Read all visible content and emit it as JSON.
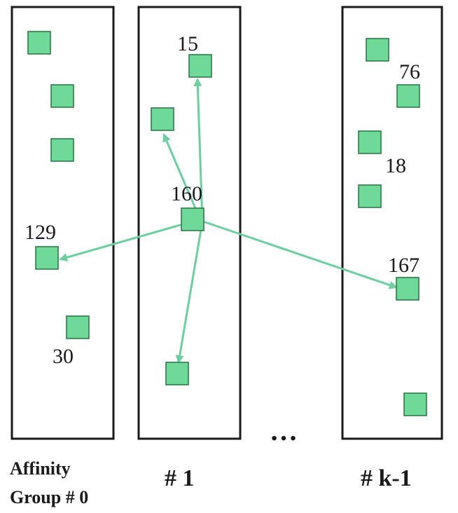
{
  "colors": {
    "node_fill": "#6fd99a",
    "node_stroke": "#2f7a4a",
    "edge": "#6ccf9f",
    "box": "#1a1a1a"
  },
  "groups": [
    {
      "caption_line1": "Affinity",
      "caption_line2": "Group # 0"
    },
    {
      "caption": "# 1"
    },
    {
      "caption": "# k-1"
    }
  ],
  "ellipsis": "…",
  "nodes": {
    "n15": "15",
    "n160": "160",
    "n129": "129",
    "n30": "30",
    "n76": "76",
    "n18": "18",
    "n167": "167"
  },
  "edges_from_160": [
    "15",
    "160-left",
    "129",
    "167",
    "160-bottom"
  ]
}
